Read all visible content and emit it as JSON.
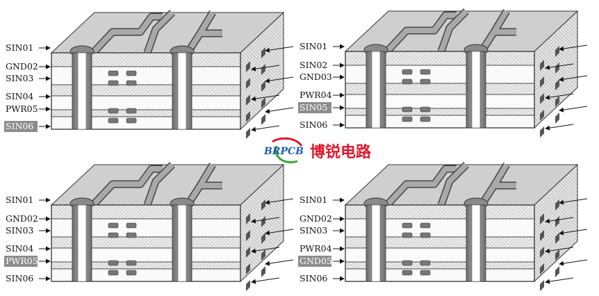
{
  "diagrams": [
    {
      "layers": [
        {
          "label": "SIN01",
          "highlight": false
        },
        {
          "label": "GND02",
          "highlight": false
        },
        {
          "label": "SIN03",
          "highlight": false
        },
        {
          "label": "SIN04",
          "highlight": false
        },
        {
          "label": "PWR05",
          "highlight": false
        },
        {
          "label": "SIN06",
          "highlight": true
        }
      ]
    },
    {
      "layers": [
        {
          "label": "SIN01",
          "highlight": false
        },
        {
          "label": "SIN02",
          "highlight": false
        },
        {
          "label": "GND03",
          "highlight": false
        },
        {
          "label": "PWR04",
          "highlight": false
        },
        {
          "label": "SIN05",
          "highlight": true
        },
        {
          "label": "SIN06",
          "highlight": false
        }
      ]
    },
    {
      "layers": [
        {
          "label": "SIN01",
          "highlight": false
        },
        {
          "label": "GND02",
          "highlight": false
        },
        {
          "label": "SIN03",
          "highlight": false
        },
        {
          "label": "SIN04",
          "highlight": false
        },
        {
          "label": "PWR05",
          "highlight": true
        },
        {
          "label": "SIN06",
          "highlight": false
        }
      ]
    },
    {
      "layers": [
        {
          "label": "SIN01",
          "highlight": false
        },
        {
          "label": "GND02",
          "highlight": false
        },
        {
          "label": "SIN03",
          "highlight": false
        },
        {
          "label": "PWR04",
          "highlight": false
        },
        {
          "label": "GND05",
          "highlight": true
        },
        {
          "label": "SIN06",
          "highlight": false
        }
      ]
    }
  ],
  "watermark": {
    "brand": "BRPCB",
    "name_cn": "博锐电路"
  },
  "colors": {
    "highlight_bg": "#8c8c8c",
    "watermark_red": "#e0192b",
    "watermark_blue": "#1e5fb5",
    "watermark_green": "#3aa63a"
  }
}
